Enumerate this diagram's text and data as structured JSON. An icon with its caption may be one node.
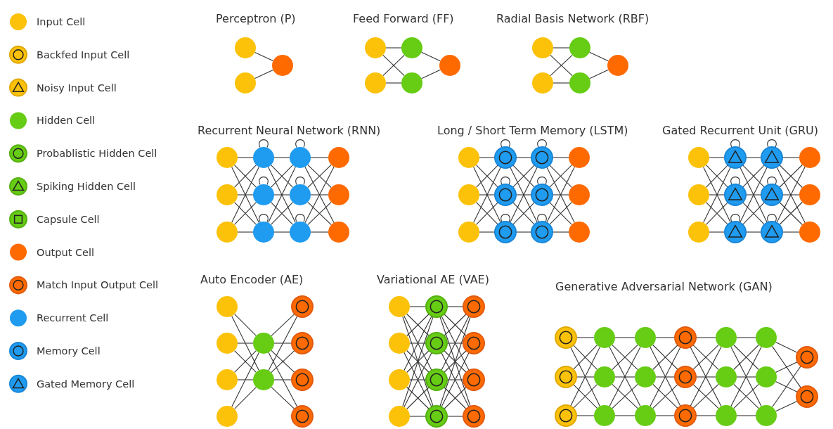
{
  "diagram": {
    "nodes": [
      {
        "text": [],
        "shape": "circle"
      },
      {
        "text": [],
        "shape": "circle"
      },
      {
        "text": [],
        "shape": "circle"
      },
      {
        "text": [],
        "shape": "circle"
      },
      {
        "text": [],
        "shape": "circle"
      },
      {
        "text": [],
        "shape": "circle"
      },
      {
        "text": [],
        "shape": "circle"
      },
      {
        "text": [],
        "shape": "circle"
      },
      {
        "text": [],
        "shape": "circle"
      },
      {
        "text": [],
        "shape": "circle"
      },
      {
        "text": [],
        "shape": "circle"
      },
      {
        "text": [],
        "shape": "circle"
      },
      {
        "text": [],
        "shape": "circle"
      },
      {
        "text": [],
        "shape": "circle"
      },
      {
        "text": [],
        "shape": "circle"
      },
      {
        "text": [],
        "shape": "circle"
      },
      {
        "text": [],
        "shape": "circle"
      },
      {
        "text": [],
        "shape": "circle"
      },
      {
        "text": [],
        "shape": "circle"
      },
      {
        "text": [],
        "shape": "circle"
      },
      {
        "text": [],
        "shape": "circle"
      },
      {
        "text": [],
        "shape": "circle"
      },
      {
        "text": [],
        "shape": "circle"
      },
      {
        "text": [],
        "shape": "circle"
      },
      {
        "text": [],
        "shape": "circle"
      },
      {
        "text": [],
        "shape": "circle"
      },
      {
        "text": [],
        "shape": "circle"
      },
      {
        "text": [],
        "shape": "circle"
      },
      {
        "text": [],
        "shape": "circle"
      },
      {
        "text": [],
        "shape": "circle"
      },
      {
        "text": [],
        "shape": "circle"
      },
      {
        "text": [],
        "shape": "circle"
      },
      {
        "text": [],
        "shape": "circle"
      },
      {
        "text": [],
        "shape": "circle"
      },
      {
        "text": [],
        "shape": "circle"
      },
      {
        "text": [],
        "shape": "circle"
      },
      {
        "text": [],
        "shape": "circle"
      },
      {
        "text": [],
        "shape": "circle"
      },
      {
        "text": [],
        "shape": "circle"
      },
      {
        "text": [],
        "shape": "circle"
      },
      {
        "text": [],
        "shape": "circle"
      },
      {
        "text": [],
        "shape": "circle"
      },
      {
        "text": [],
        "shape": "circle"
      },
      {
        "text": [],
        "shape": "circle"
      },
      {
        "text": [],
        "shape": "circle"
      },
      {
        "text": [],
        "shape": "circle"
      },
      {
        "text": [],
        "shape": "circle"
      },
      {
        "text": [],
        "shape": "circle"
      },
      {
        "text": [],
        "shape": "circle"
      },
      {
        "text": [],
        "shape": "circle"
      },
      {
        "text": [],
        "shape": "circle"
      },
      {
        "text": [],
        "shape": "circle"
      },
      {
        "text": [],
        "shape": "circle"
      },
      {
        "text": [],
        "shape": "circle"
      },
      {
        "text": [],
        "shape": "circle"
      },
      {
        "text": [],
        "shape": "circle"
      },
      {
        "text": [],
        "shape": "circle"
      },
      {
        "text": [],
        "shape": "circle"
      },
      {
        "text": [],
        "shape": "circle"
      },
      {
        "text": [],
        "shape": "circle"
      },
      {
        "text": [],
        "shape": "circle"
      },
      {
        "text": [],
        "shape": "circle"
      },
      {
        "text": [],
        "shape": "circle"
      },
      {
        "text": [],
        "shape": "circle"
      },
      {
        "text": [],
        "shape": "circle"
      },
      {
        "text": [],
        "shape": "circle"
      },
      {
        "text": [],
        "shape": "circle"
      },
      {
        "text": [],
        "shape": "circle"
      },
      {
        "text": [],
        "shape": "circle"
      },
      {
        "text": [],
        "shape": "circle"
      },
      {
        "text": [],
        "shape": "circle"
      },
      {
        "text": [],
        "shape": "circle"
      },
      {
        "text": [],
        "shape": "circle"
      },
      {
        "text": [],
        "shape": "circle"
      },
      {
        "text": [],
        "shape": "circle"
      },
      {
        "text": [],
        "shape": "circle"
      },
      {
        "text": [],
        "shape": "circle"
      },
      {
        "text": [],
        "shape": "circle"
      },
      {
        "text": [],
        "shape": "circle"
      },
      {
        "text": [],
        "shape": "circle"
      },
      {
        "text": [],
        "shape": "circle"
      },
      {
        "text": [],
        "shape": "circle"
      },
      {
        "text": [],
        "shape": "circle"
      },
      {
        "text": [],
        "shape": "circle"
      },
      {
        "text": [],
        "shape": "circle"
      },
      {
        "text": [],
        "shape": "circle"
      },
      {
        "text": [],
        "shape": "circle"
      },
      {
        "text": [],
        "shape": "circle"
      },
      {
        "text": [],
        "shape": "circle"
      },
      {
        "text": [],
        "shape": "circle"
      },
      {
        "text": [],
        "shape": "circle"
      }
    ],
    "edges": [
      {
        "from": 0,
        "to": 2,
        "arrow": "none"
      },
      {
        "from": 1,
        "to": 2,
        "arrow": "none"
      },
      {
        "from": 3,
        "to": 5,
        "arrow": "none"
      },
      {
        "from": 3,
        "to": 6,
        "arrow": "none"
      },
      {
        "from": 4,
        "to": 5,
        "arrow": "none"
      },
      {
        "from": 4,
        "to": 6,
        "arrow": "none"
      },
      {
        "from": 5,
        "to": 7,
        "arrow": "none"
      },
      {
        "from": 6,
        "to": 7,
        "arrow": "none"
      },
      {
        "from": 8,
        "to": 10,
        "arrow": "none"
      },
      {
        "from": 8,
        "to": 11,
        "arrow": "none"
      },
      {
        "from": 9,
        "to": 10,
        "arrow": "none"
      },
      {
        "from": 9,
        "to": 11,
        "arrow": "none"
      },
      {
        "from": 10,
        "to": 12,
        "arrow": "none"
      },
      {
        "from": 11,
        "to": 12,
        "arrow": "none"
      },
      {
        "from": 13,
        "to": 16,
        "arrow": "none"
      },
      {
        "from": 13,
        "to": 17,
        "arrow": "none"
      },
      {
        "from": 13,
        "to": 18,
        "arrow": "none"
      },
      {
        "from": 14,
        "to": 16,
        "arrow": "none"
      },
      {
        "from": 14,
        "to": 17,
        "arrow": "none"
      },
      {
        "from": 14,
        "to": 18,
        "arrow": "none"
      },
      {
        "from": 15,
        "to": 16,
        "arrow": "none"
      },
      {
        "from": 15,
        "to": 17,
        "arrow": "none"
      },
      {
        "from": 15,
        "to": 18,
        "arrow": "none"
      },
      {
        "from": 16,
        "to": 19,
        "arrow": "none"
      },
      {
        "from": 16,
        "to": 20,
        "arrow": "none"
      },
      {
        "from": 16,
        "to": 21,
        "arrow": "none"
      },
      {
        "from": 17,
        "to": 19,
        "arrow": "none"
      },
      {
        "from": 17,
        "to": 20,
        "arrow": "none"
      },
      {
        "from": 17,
        "to": 21,
        "arrow": "none"
      },
      {
        "from": 18,
        "to": 19,
        "arrow": "none"
      },
      {
        "from": 18,
        "to": 20,
        "arrow": "none"
      },
      {
        "from": 18,
        "to": 21,
        "arrow": "none"
      },
      {
        "from": 19,
        "to": 22,
        "arrow": "none"
      },
      {
        "from": 19,
        "to": 23,
        "arrow": "none"
      },
      {
        "from": 19,
        "to": 24,
        "arrow": "none"
      },
      {
        "from": 20,
        "to": 22,
        "arrow": "none"
      },
      {
        "from": 20,
        "to": 23,
        "arrow": "none"
      },
      {
        "from": 20,
        "to": 24,
        "arrow": "none"
      },
      {
        "from": 21,
        "to": 22,
        "arrow": "none"
      },
      {
        "from": 21,
        "to": 23,
        "arrow": "none"
      },
      {
        "from": 21,
        "to": 24,
        "arrow": "none"
      },
      {
        "from": 16,
        "to": 16,
        "arrow": "none"
      },
      {
        "from": 17,
        "to": 17,
        "arrow": "none"
      },
      {
        "from": 18,
        "to": 18,
        "arrow": "none"
      },
      {
        "from": 19,
        "to": 19,
        "arrow": "none"
      },
      {
        "from": 20,
        "to": 20,
        "arrow": "none"
      },
      {
        "from": 21,
        "to": 21,
        "arrow": "none"
      },
      {
        "from": 25,
        "to": 28,
        "arrow": "none"
      },
      {
        "from": 25,
        "to": 29,
        "arrow": "none"
      },
      {
        "from": 25,
        "to": 30,
        "arrow": "none"
      },
      {
        "from": 26,
        "to": 28,
        "arrow": "none"
      },
      {
        "from": 26,
        "to": 29,
        "arrow": "none"
      },
      {
        "from": 26,
        "to": 30,
        "arrow": "none"
      },
      {
        "from": 27,
        "to": 28,
        "arrow": "none"
      },
      {
        "from": 27,
        "to": 29,
        "arrow": "none"
      },
      {
        "from": 27,
        "to": 30,
        "arrow": "none"
      },
      {
        "from": 28,
        "to": 31,
        "arrow": "none"
      },
      {
        "from": 28,
        "to": 32,
        "arrow": "none"
      },
      {
        "from": 28,
        "to": 33,
        "arrow": "none"
      },
      {
        "from": 29,
        "to": 31,
        "arrow": "none"
      },
      {
        "from": 29,
        "to": 32,
        "arrow": "none"
      },
      {
        "from": 29,
        "to": 33,
        "arrow": "none"
      },
      {
        "from": 30,
        "to": 31,
        "arrow": "none"
      },
      {
        "from": 30,
        "to": 32,
        "arrow": "none"
      },
      {
        "from": 30,
        "to": 33,
        "arrow": "none"
      },
      {
        "from": 31,
        "to": 34,
        "arrow": "none"
      },
      {
        "from": 31,
        "to": 35,
        "arrow": "none"
      },
      {
        "from": 31,
        "to": 36,
        "arrow": "none"
      },
      {
        "from": 32,
        "to": 34,
        "arrow": "none"
      },
      {
        "from": 32,
        "to": 35,
        "arrow": "none"
      },
      {
        "from": 32,
        "to": 36,
        "arrow": "none"
      },
      {
        "from": 33,
        "to": 34,
        "arrow": "none"
      },
      {
        "from": 33,
        "to": 35,
        "arrow": "none"
      },
      {
        "from": 33,
        "to": 36,
        "arrow": "none"
      },
      {
        "from": 28,
        "to": 28,
        "arrow": "none"
      },
      {
        "from": 29,
        "to": 29,
        "arrow": "none"
      },
      {
        "from": 30,
        "to": 30,
        "arrow": "none"
      },
      {
        "from": 31,
        "to": 31,
        "arrow": "none"
      },
      {
        "from": 32,
        "to": 32,
        "arrow": "none"
      },
      {
        "from": 33,
        "to": 33,
        "arrow": "none"
      },
      {
        "from": 37,
        "to": 40,
        "arrow": "none"
      },
      {
        "from": 37,
        "to": 41,
        "arrow": "none"
      },
      {
        "from": 37,
        "to": 42,
        "arrow": "none"
      },
      {
        "from": 38,
        "to": 40,
        "arrow": "none"
      },
      {
        "from": 38,
        "to": 41,
        "arrow": "none"
      },
      {
        "from": 38,
        "to": 42,
        "arrow": "none"
      },
      {
        "from": 39,
        "to": 40,
        "arrow": "none"
      },
      {
        "from": 39,
        "to": 41,
        "arrow": "none"
      },
      {
        "from": 39,
        "to": 42,
        "arrow": "none"
      },
      {
        "from": 40,
        "to": 43,
        "arrow": "none"
      },
      {
        "from": 40,
        "to": 44,
        "arrow": "none"
      },
      {
        "from": 40,
        "to": 45,
        "arrow": "none"
      },
      {
        "from": 41,
        "to": 43,
        "arrow": "none"
      },
      {
        "from": 41,
        "to": 44,
        "arrow": "none"
      },
      {
        "from": 41,
        "to": 45,
        "arrow": "none"
      },
      {
        "from": 42,
        "to": 43,
        "arrow": "none"
      },
      {
        "from": 42,
        "to": 44,
        "arrow": "none"
      },
      {
        "from": 42,
        "to": 45,
        "arrow": "none"
      },
      {
        "from": 43,
        "to": 46,
        "arrow": "none"
      },
      {
        "from": 43,
        "to": 47,
        "arrow": "none"
      },
      {
        "from": 43,
        "to": 48,
        "arrow": "none"
      },
      {
        "from": 44,
        "to": 46,
        "arrow": "none"
      },
      {
        "from": 44,
        "to": 47,
        "arrow": "none"
      },
      {
        "from": 44,
        "to": 48,
        "arrow": "none"
      },
      {
        "from": 45,
        "to": 46,
        "arrow": "none"
      },
      {
        "from": 45,
        "to": 47,
        "arrow": "none"
      },
      {
        "from": 45,
        "to": 48,
        "arrow": "none"
      },
      {
        "from": 40,
        "to": 40,
        "arrow": "none"
      },
      {
        "from": 41,
        "to": 41,
        "arrow": "none"
      },
      {
        "from": 42,
        "to": 42,
        "arrow": "none"
      },
      {
        "from": 43,
        "to": 43,
        "arrow": "none"
      },
      {
        "from": 44,
        "to": 44,
        "arrow": "none"
      },
      {
        "from": 45,
        "to": 45,
        "arrow": "none"
      },
      {
        "from": 49,
        "to": 53,
        "arrow": "none"
      },
      {
        "from": 49,
        "to": 54,
        "arrow": "none"
      },
      {
        "from": 50,
        "to": 53,
        "arrow": "none"
      },
      {
        "from": 50,
        "to": 54,
        "arrow": "none"
      },
      {
        "from": 51,
        "to": 53,
        "arrow": "none"
      },
      {
        "from": 51,
        "to": 54,
        "arrow": "none"
      },
      {
        "from": 52,
        "to": 53,
        "arrow": "none"
      },
      {
        "from": 52,
        "to": 54,
        "arrow": "none"
      },
      {
        "from": 53,
        "to": 55,
        "arrow": "none"
      },
      {
        "from": 53,
        "to": 56,
        "arrow": "none"
      },
      {
        "from": 53,
        "to": 57,
        "arrow": "none"
      },
      {
        "from": 53,
        "to": 58,
        "arrow": "none"
      },
      {
        "from": 54,
        "to": 55,
        "arrow": "none"
      },
      {
        "from": 54,
        "to": 56,
        "arrow": "none"
      },
      {
        "from": 54,
        "to": 57,
        "arrow": "none"
      },
      {
        "from": 54,
        "to": 58,
        "arrow": "none"
      },
      {
        "from": 59,
        "to": 63,
        "arrow": "none"
      },
      {
        "from": 59,
        "to": 64,
        "arrow": "none"
      },
      {
        "from": 59,
        "to": 65,
        "arrow": "none"
      },
      {
        "from": 59,
        "to": 66,
        "arrow": "none"
      },
      {
        "from": 60,
        "to": 63,
        "arrow": "none"
      },
      {
        "from": 60,
        "to": 64,
        "arrow": "none"
      },
      {
        "from": 60,
        "to": 65,
        "arrow": "none"
      },
      {
        "from": 60,
        "to": 66,
        "arrow": "none"
      },
      {
        "from": 61,
        "to": 63,
        "arrow": "none"
      },
      {
        "from": 61,
        "to": 64,
        "arrow": "none"
      },
      {
        "from": 61,
        "to": 65,
        "arrow": "none"
      },
      {
        "from": 61,
        "to": 66,
        "arrow": "none"
      },
      {
        "from": 62,
        "to": 63,
        "arrow": "none"
      },
      {
        "from": 62,
        "to": 64,
        "arrow": "none"
      },
      {
        "from": 62,
        "to": 65,
        "arrow": "none"
      },
      {
        "from": 62,
        "to": 66,
        "arrow": "none"
      },
      {
        "from": 63,
        "to": 67,
        "arrow": "none"
      },
      {
        "from": 63,
        "to": 68,
        "arrow": "none"
      },
      {
        "from": 63,
        "to": 69,
        "arrow": "none"
      },
      {
        "from": 63,
        "to": 70,
        "arrow": "none"
      },
      {
        "from": 64,
        "to": 67,
        "arrow": "none"
      },
      {
        "from": 64,
        "to": 68,
        "arrow": "none"
      },
      {
        "from": 64,
        "to": 69,
        "arrow": "none"
      },
      {
        "from": 64,
        "to": 70,
        "arrow": "none"
      },
      {
        "from": 65,
        "to": 67,
        "arrow": "none"
      },
      {
        "from": 65,
        "to": 68,
        "arrow": "none"
      },
      {
        "from": 65,
        "to": 69,
        "arrow": "none"
      },
      {
        "from": 65,
        "to": 70,
        "arrow": "none"
      },
      {
        "from": 66,
        "to": 67,
        "arrow": "none"
      },
      {
        "from": 66,
        "to": 68,
        "arrow": "none"
      },
      {
        "from": 66,
        "to": 69,
        "arrow": "none"
      },
      {
        "from": 66,
        "to": 70,
        "arrow": "none"
      },
      {
        "from": 71,
        "to": 74,
        "arrow": "none"
      },
      {
        "from": 71,
        "to": 75,
        "arrow": "none"
      },
      {
        "from": 71,
        "to": 76,
        "arrow": "none"
      },
      {
        "from": 72,
        "to": 74,
        "arrow": "none"
      },
      {
        "from": 72,
        "to": 75,
        "arrow": "none"
      },
      {
        "from": 72,
        "to": 76,
        "arrow": "none"
      },
      {
        "from": 73,
        "to": 74,
        "arrow": "none"
      },
      {
        "from": 73,
        "to": 75,
        "arrow": "none"
      },
      {
        "from": 73,
        "to": 76,
        "arrow": "none"
      },
      {
        "from": 74,
        "to": 77,
        "arrow": "none"
      },
      {
        "from": 74,
        "to": 78,
        "arrow": "none"
      },
      {
        "from": 74,
        "to": 79,
        "arrow": "none"
      },
      {
        "from": 75,
        "to": 77,
        "arrow": "none"
      },
      {
        "from": 75,
        "to": 78,
        "arrow": "none"
      },
      {
        "from": 75,
        "to": 79,
        "arrow": "none"
      },
      {
        "from": 76,
        "to": 77,
        "arrow": "none"
      },
      {
        "from": 76,
        "to": 78,
        "arrow": "none"
      },
      {
        "from": 76,
        "to": 79,
        "arrow": "none"
      },
      {
        "from": 77,
        "to": 80,
        "arrow": "none"
      },
      {
        "from": 77,
        "to": 81,
        "arrow": "none"
      },
      {
        "from": 77,
        "to": 82,
        "arrow": "none"
      },
      {
        "from": 78,
        "to": 80,
        "arrow": "none"
      },
      {
        "from": 78,
        "to": 81,
        "arrow": "none"
      },
      {
        "from": 78,
        "to": 82,
        "arrow": "none"
      },
      {
        "from": 79,
        "to": 80,
        "arrow": "none"
      },
      {
        "from": 79,
        "to": 81,
        "arrow": "none"
      },
      {
        "from": 79,
        "to": 82,
        "arrow": "none"
      },
      {
        "from": 80,
        "to": 83,
        "arrow": "none"
      },
      {
        "from": 80,
        "to": 84,
        "arrow": "none"
      },
      {
        "from": 80,
        "to": 85,
        "arrow": "none"
      },
      {
        "from": 81,
        "to": 83,
        "arrow": "none"
      },
      {
        "from": 81,
        "to": 84,
        "arrow": "none"
      },
      {
        "from": 81,
        "to": 85,
        "arrow": "none"
      },
      {
        "from": 82,
        "to": 83,
        "arrow": "none"
      },
      {
        "from": 82,
        "to": 84,
        "arrow": "none"
      },
      {
        "from": 82,
        "to": 85,
        "arrow": "none"
      },
      {
        "from": 83,
        "to": 86,
        "arrow": "none"
      },
      {
        "from": 83,
        "to": 87,
        "arrow": "none"
      },
      {
        "from": 83,
        "to": 88,
        "arrow": "none"
      },
      {
        "from": 84,
        "to": 86,
        "arrow": "none"
      },
      {
        "from": 84,
        "to": 87,
        "arrow": "none"
      },
      {
        "from": 84,
        "to": 88,
        "arrow": "none"
      },
      {
        "from": 85,
        "to": 86,
        "arrow": "none"
      },
      {
        "from": 85,
        "to": 87,
        "arrow": "none"
      },
      {
        "from": 85,
        "to": 88,
        "arrow": "none"
      },
      {
        "from": 86,
        "to": 89,
        "arrow": "none"
      },
      {
        "from": 86,
        "to": 90,
        "arrow": "none"
      },
      {
        "from": 87,
        "to": 89,
        "arrow": "none"
      },
      {
        "from": 87,
        "to": 90,
        "arrow": "none"
      },
      {
        "from": 88,
        "to": 89,
        "arrow": "none"
      },
      {
        "from": 88,
        "to": 90,
        "arrow": "none"
      }
    ],
    "labels": [
      "Perceptron (P)",
      "Feed Forward (FF)",
      "Radial Basis Network (RBF)",
      "Recurrent Neural Network (RNN)",
      "Long / Short Term Memory (LSTM)",
      "Gated Recurrent Unit (GRU)",
      "Auto Encoder (AE)",
      "Variational AE (VAE)",
      "Generative Adversarial Network (GAN)"
    ],
    "legend": [
      {
        "text": "Input Cell",
        "color": "#fcc20a"
      },
      {
        "text": "Backfed Input Cell"
      },
      {
        "text": "Noisy Input Cell"
      },
      {
        "text": "Hidden Cell",
        "color": "#66cc14"
      },
      {
        "text": "Probablistic Hidden Cell"
      },
      {
        "text": "Spiking Hidden Cell"
      },
      {
        "text": "Capsule Cell"
      },
      {
        "text": "Output Cell",
        "color": "#ff6a00"
      },
      {
        "text": "Match Input Output Cell"
      },
      {
        "text": "Recurrent Cell",
        "color": "#1f9bf0"
      },
      {
        "text": "Memory Cell"
      },
      {
        "text": "Gated Memory Cell"
      }
    ]
  }
}
